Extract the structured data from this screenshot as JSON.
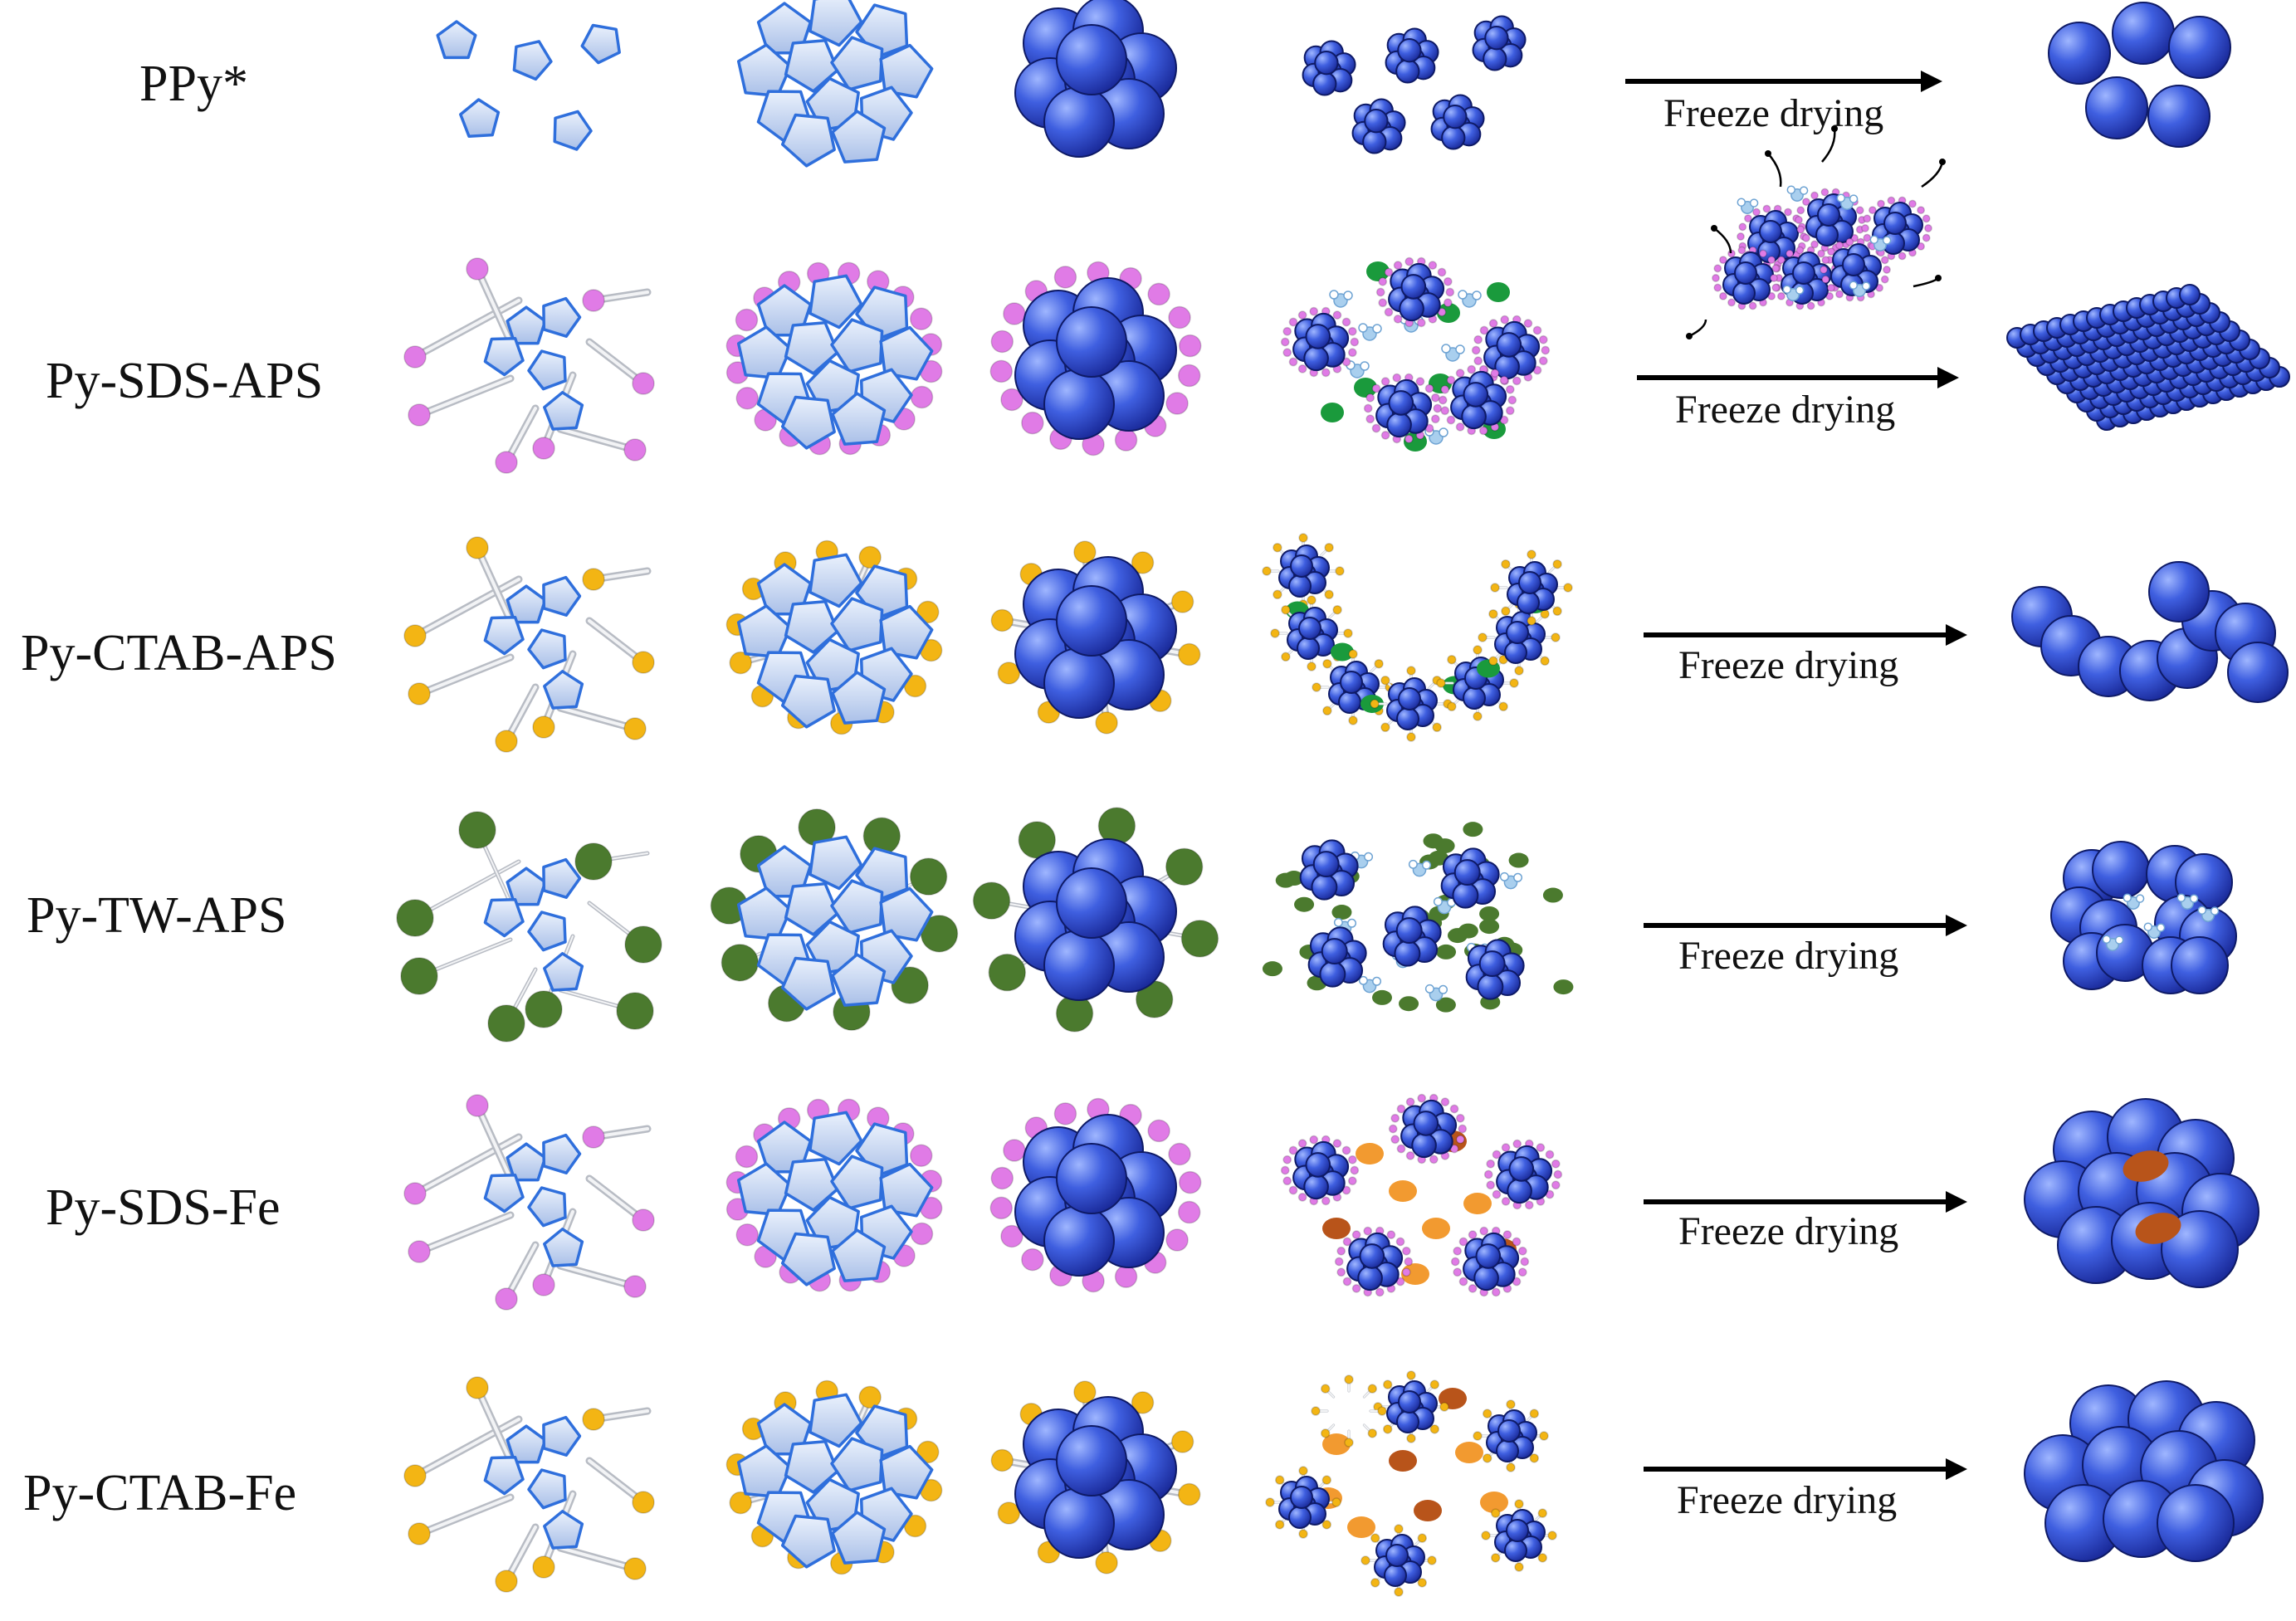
{
  "diagram": {
    "rows": [
      {
        "id": "ppy",
        "label": "PPy*",
        "surfactant": "none",
        "oxidant": "APS",
        "final_morphology": "separate-spheres"
      },
      {
        "id": "py-sds-aps",
        "label": "Py-SDS-APS",
        "surfactant": "SDS",
        "oxidant": "APS",
        "final_morphology": "dense-sheet"
      },
      {
        "id": "py-ctab-aps",
        "label": "Py-CTAB-APS",
        "surfactant": "CTAB",
        "oxidant": "APS",
        "final_morphology": "chain"
      },
      {
        "id": "py-tw-aps",
        "label": "Py-TW-APS",
        "surfactant": "TW",
        "oxidant": "APS",
        "final_morphology": "porous-cluster"
      },
      {
        "id": "py-sds-fe",
        "label": "Py-SDS-Fe",
        "surfactant": "SDS",
        "oxidant": "Fe",
        "final_morphology": "cluster-with-oxidant"
      },
      {
        "id": "py-ctab-fe",
        "label": "Py-CTAB-Fe",
        "surfactant": "CTAB",
        "oxidant": "Fe",
        "final_morphology": "compact-cluster"
      }
    ],
    "arrow_label": "Freeze drying",
    "colors": {
      "monomer_fill": "#c9d8f2",
      "monomer_stroke": "#2f6fdc",
      "polymer": "#2a44c8",
      "sds_head": "#e07be6",
      "ctab_head": "#f3b514",
      "tw_head": "#4b7a2e",
      "aps_oxidant": "#1a9a3c",
      "fe_oxidant_light": "#f29a30",
      "fe_oxidant_dark": "#b8541a",
      "water": "#a9cfee"
    },
    "icons": [
      "pyrrole-monomer-icon",
      "surfactant-molecule-icon",
      "polymer-sphere-icon",
      "oxidant-particle-icon",
      "ice-crystal-icon",
      "arrow-icon"
    ]
  }
}
